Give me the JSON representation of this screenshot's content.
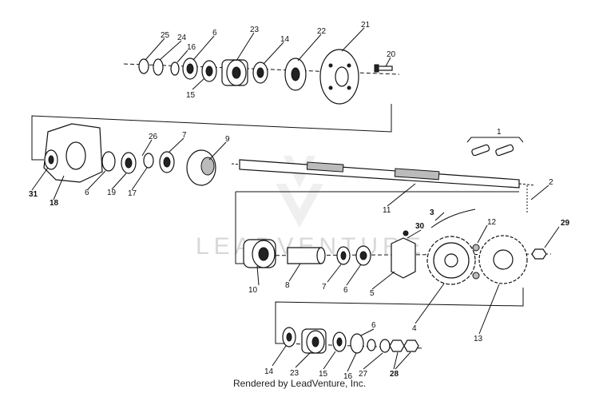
{
  "watermark": "LEADVENTURE",
  "footer": "Rendered by LeadVenture, Inc.",
  "callouts": {
    "c25": "25",
    "c24": "24",
    "c6a": "6",
    "c16a": "16",
    "c23a": "23",
    "c14a": "14",
    "c22": "22",
    "c21": "21",
    "c20": "20",
    "c15a": "15",
    "c1": "1",
    "c26": "26",
    "c7a": "7",
    "c9": "9",
    "c31": "31",
    "c18": "18",
    "c6b": "6",
    "c19": "19",
    "c17": "17",
    "c2": "2",
    "c11": "11",
    "c3": "3",
    "c29": "29",
    "c30": "30",
    "c12": "12",
    "c10": "10",
    "c8": "8",
    "c7b": "7",
    "c6c": "6",
    "c5": "5",
    "c4": "4",
    "c13": "13",
    "c6d": "6",
    "c14b": "14",
    "c23b": "23",
    "c15b": "15",
    "c16b": "16",
    "c27": "27",
    "c28": "28"
  }
}
